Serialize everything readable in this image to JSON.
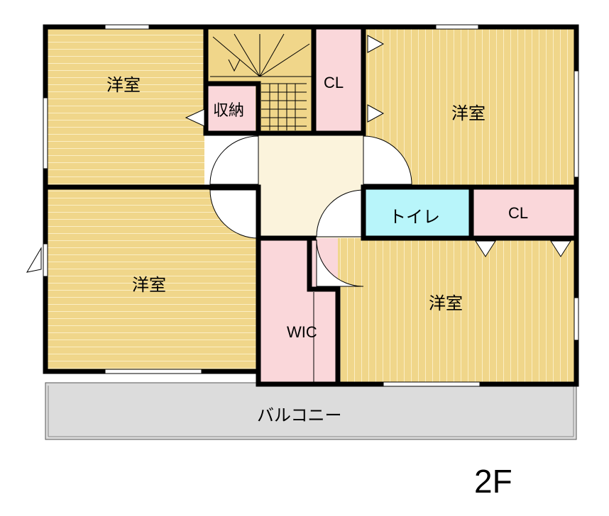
{
  "floor_label": "2F",
  "colors": {
    "wood": "#f0d68a",
    "wood_lines": "#fbeec4",
    "pink": "#fad7da",
    "cyan": "#b8f5fa",
    "hall": "#fbf3dc",
    "balcony": "#dcdcdc",
    "wall": "#000000"
  },
  "rooms": {
    "room_nw": "洋室",
    "room_ne": "洋室",
    "room_sw": "洋室",
    "room_se": "洋室",
    "storage": "収納",
    "closet_n": "CL",
    "closet_e": "CL",
    "toilet": "トイレ",
    "wic": "WIC",
    "balcony": "バルコニー"
  }
}
